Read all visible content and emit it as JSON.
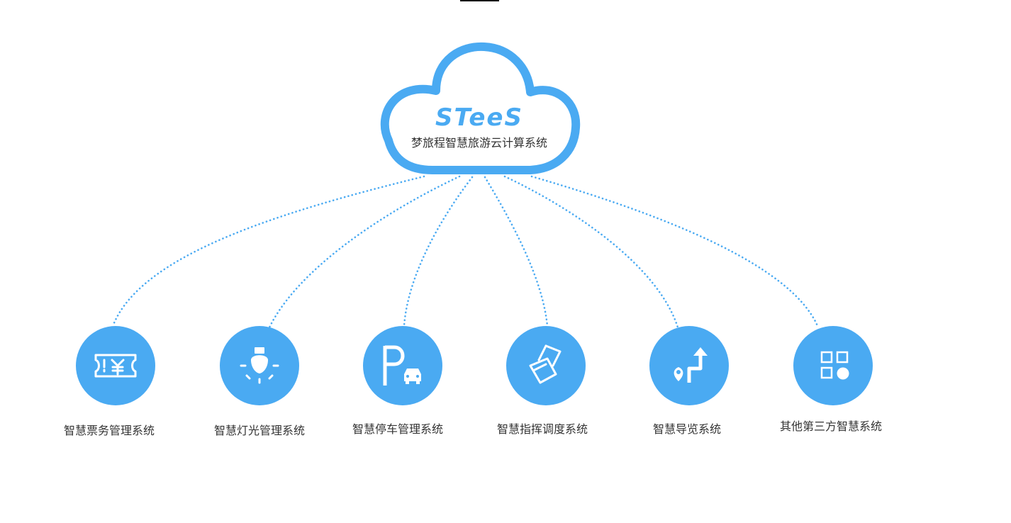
{
  "cloud": {
    "logo_text": "STeeS",
    "title": "梦旅程智慧旅游云计算系统",
    "color": "#4aaaf2",
    "fill": "#ffffff"
  },
  "node_color": "#4aaaf2",
  "connector_color": "#4aaaf2",
  "nodes": [
    {
      "label": "智慧票务管理系统",
      "icon": "ticket-yen-icon"
    },
    {
      "label": "智慧灯光管理系统",
      "icon": "light-bulb-icon"
    },
    {
      "label": "智慧停车管理系统",
      "icon": "parking-car-icon"
    },
    {
      "label": "智慧指挥调度系统",
      "icon": "flag-hand-icon"
    },
    {
      "label": "智慧导览系统",
      "icon": "location-route-icon"
    },
    {
      "label": "其他第三方智慧系统",
      "icon": "app-grid-icon"
    }
  ]
}
